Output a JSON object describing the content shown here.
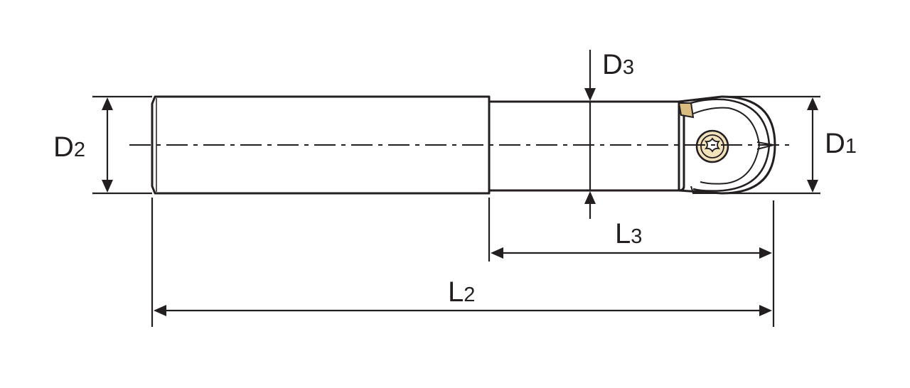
{
  "labels": {
    "d1": {
      "main": "D",
      "sub": "1"
    },
    "d2": {
      "main": "D",
      "sub": "2"
    },
    "d3": {
      "main": "D",
      "sub": "3"
    },
    "l2": {
      "main": "L",
      "sub": "2"
    },
    "l3": {
      "main": "L",
      "sub": "3"
    }
  },
  "colors": {
    "shank_light": "#f3e2b6",
    "shank_mid": "#e7cc8a",
    "shank_dark": "#c8ad70",
    "line": "#231f20"
  }
}
